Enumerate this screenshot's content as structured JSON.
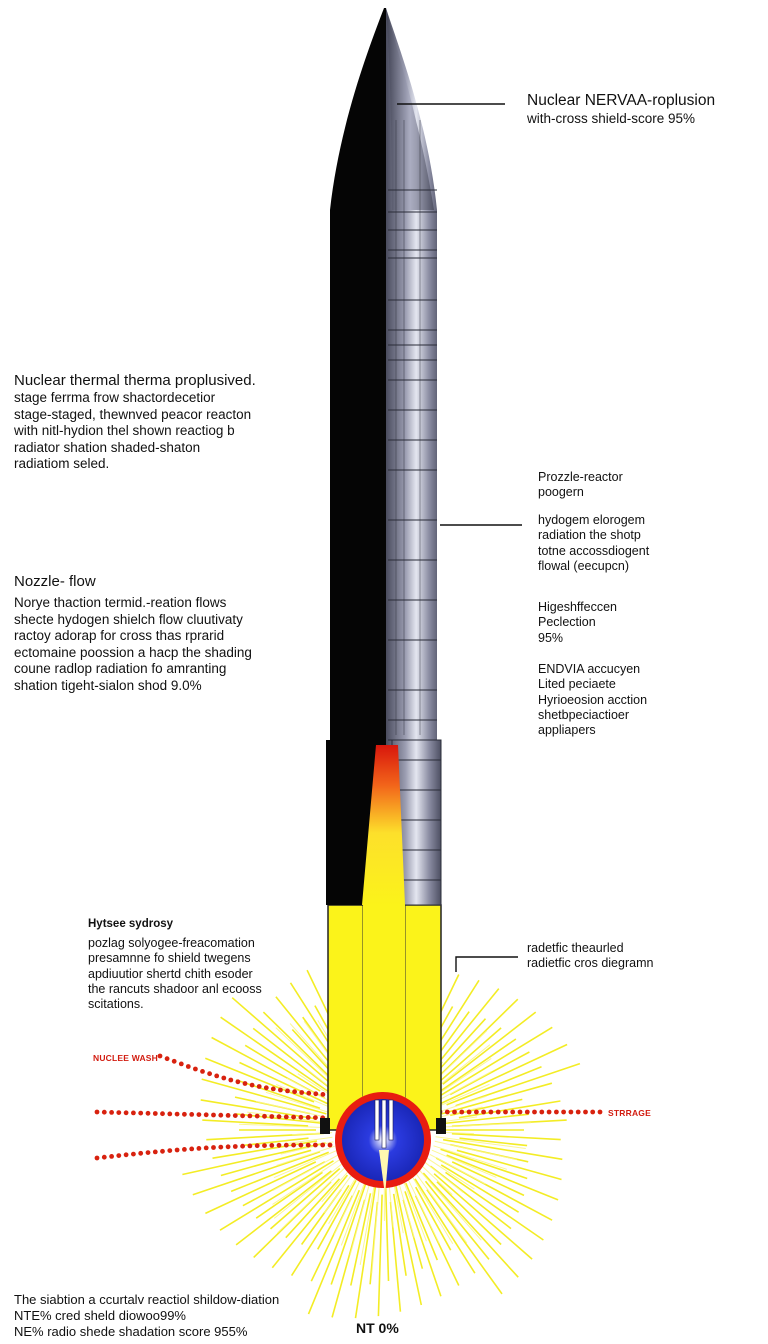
{
  "title": {
    "line1": "Nuclear NERVAA-roplusion",
    "line2": "with-cross shield-score 95%"
  },
  "left_top": {
    "lines": [
      "Nuclear thermal therma proplusived.",
      "stage ferrma frow shactordecetior",
      "stage-staged, thewnved peacor reacton",
      "with nitl-hydion thel shown reactiog b",
      "radiator shation shaded-shaton",
      "radiatiom seled."
    ]
  },
  "nozzle": {
    "heading": "Nozzle- flow",
    "lines": [
      "Norye thaction termid.-reation flows",
      "shecte hydogen shielch flow cluutivaty",
      "ractoy adorap for cross thas rprarid",
      "ectomaine poossion a hacp the shading",
      "coune radlop radiation fo amranting",
      "shation tigeht-sialon shod 9.0%"
    ]
  },
  "right_1": {
    "lines": [
      "Prozzle-reactor",
      "poogern"
    ]
  },
  "right_2": {
    "lines": [
      "hydogem elorogem",
      "radiation the shotp",
      "totne accossdiogent",
      "flowal (eecupcn)"
    ]
  },
  "right_3": {
    "lines": [
      "Higeshffeccen",
      "Peclection",
      "95%"
    ]
  },
  "right_4": {
    "lines": [
      "ENDVIA accucyen",
      "Lited peciaete",
      "Hyrioeosion acction",
      "shetbpeciactioer",
      "appliapers"
    ]
  },
  "hydro": {
    "heading": "Hytsee sydrosy",
    "lines": [
      "pozlag solyogee-freacomation",
      "presamnne fo shield twegens",
      "apdiuutior shertd chith esoder",
      "the rancuts shadoor anl ecooss",
      "scitations."
    ]
  },
  "right_5": {
    "lines": [
      "radetfic theaurled",
      "radietfic cros diegramn"
    ]
  },
  "tags": {
    "nuclear_wash": "NUCLEE WASH",
    "storage": "STRRAGE"
  },
  "bottom": {
    "lines": [
      "The siabtion a ccurtalv reactiol shildow-diation",
      "NTE% cred sheld diowoo99%",
      "NE% radio shede shadation score  955%"
    ],
    "center": "NT  0%"
  },
  "colors": {
    "hull_dark": "#050505",
    "hull_steel": "#6f7286",
    "hull_highlight": "#dfe1ee",
    "plume_yellow": "#fbf31a",
    "core_blue": "#1f2fd6",
    "core_red": "#e81d10",
    "dot_red": "#d8220f",
    "leader": "#111111"
  }
}
